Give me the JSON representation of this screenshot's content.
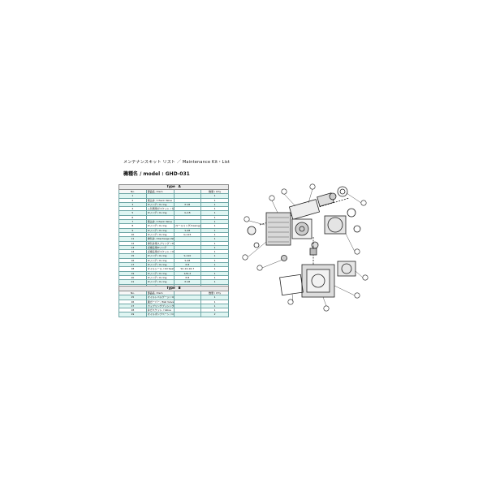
{
  "header": {
    "title_line": "メンテナンスキット リスト ／ Maintenance Kit・List",
    "model_label": "機種名 / model",
    "model_value": ": GHD-031"
  },
  "columns": {
    "no": "No.",
    "name": "部品名 / Item",
    "qty": "数量 / Q'ty"
  },
  "type_a": {
    "title": "Type　A",
    "rows": [
      {
        "no": "1",
        "name": "",
        "spec": "",
        "qty": "1"
      },
      {
        "no": "2",
        "name": "吸込弁 / Check Valve",
        "spec": "",
        "qty": "1"
      },
      {
        "no": "3",
        "name": "Oリング / O-ring",
        "spec": "P-18",
        "qty": "1"
      },
      {
        "no": "4",
        "name": "入気側用ガスケット / ガスケット",
        "spec": "",
        "qty": "1"
      },
      {
        "no": "5",
        "name": "Oリング / O-ring",
        "spec": "G-18",
        "qty": "1"
      },
      {
        "no": "6",
        "name": "",
        "spec": "",
        "qty": "1"
      },
      {
        "no": "7",
        "name": "吸込弁 / Check Valve",
        "spec": "",
        "qty": "1"
      },
      {
        "no": "8",
        "name": "Oリング / O-ring",
        "spec": "(ワールリング/Casing)",
        "qty": "1"
      },
      {
        "no": "9",
        "name": "Oリング / O-ring",
        "spec": "S-48",
        "qty": "1"
      },
      {
        "no": "10",
        "name": "Oリング / O-ring",
        "spec": "G-115",
        "qty": "1"
      },
      {
        "no": "11",
        "name": "排気弁 / Discharge Valve",
        "spec": "",
        "qty": "1"
      },
      {
        "no": "12",
        "name": "排気弁用スプリング / Discharge Valve Spring",
        "spec": "",
        "qty": "1"
      },
      {
        "no": "13",
        "name": "点検窓用Oリング",
        "spec": "",
        "qty": "1"
      },
      {
        "no": "14",
        "name": "点検窓用ガスケット / Oil level glass",
        "spec": "",
        "qty": "1"
      },
      {
        "no": "15",
        "name": "Oリング / O-ring",
        "spec": "S-110",
        "qty": "1"
      },
      {
        "no": "16",
        "name": "Oリング / O-ring",
        "spec": "S-48",
        "qty": "1"
      },
      {
        "no": "17",
        "name": "Oリング / O-ring",
        "spec": "P-8",
        "qty": "1"
      },
      {
        "no": "18",
        "name": "オイルシール / Oil Seal",
        "spec": "SC-10-16-7",
        "qty": "1"
      },
      {
        "no": "19",
        "name": "Oリング / O-ring",
        "spec": "1AS-2",
        "qty": "1"
      },
      {
        "no": "20",
        "name": "Oリング / O-ring",
        "spec": "P-8",
        "qty": "1"
      },
      {
        "no": "21",
        "name": "Oリング / O-ring",
        "spec": "P-18",
        "qty": "1"
      },
      {
        "no": "22",
        "name": "Oリング / O-ring",
        "spec": "S-18",
        "qty": "1"
      },
      {
        "no": "23",
        "name": "オイルシール / Oil Seal",
        "spec": "VC-18x30x5",
        "qty": "1"
      },
      {
        "no": "24",
        "name": "Oリング / O-ring",
        "spec": "G-65",
        "qty": "1"
      }
    ]
  },
  "type_b": {
    "title": "Type　B",
    "rows": [
      {
        "no": "25",
        "name": "オイルレベルゲージ / Oil Level gauge",
        "spec": "",
        "qty": "1"
      },
      {
        "no": "26",
        "name": "脱ガーバー / Ball Valve",
        "spec": "",
        "qty": "1"
      },
      {
        "no": "27",
        "name": "カップリングブッシング / inside Coupling",
        "spec": "",
        "qty": "1"
      },
      {
        "no": "28",
        "name": "弁ガスケット / Valve",
        "spec": "",
        "qty": "1"
      },
      {
        "no": "29",
        "name": "オイルポンプベーン / Oil pump vane",
        "spec": "",
        "qty": "2"
      }
    ]
  }
}
